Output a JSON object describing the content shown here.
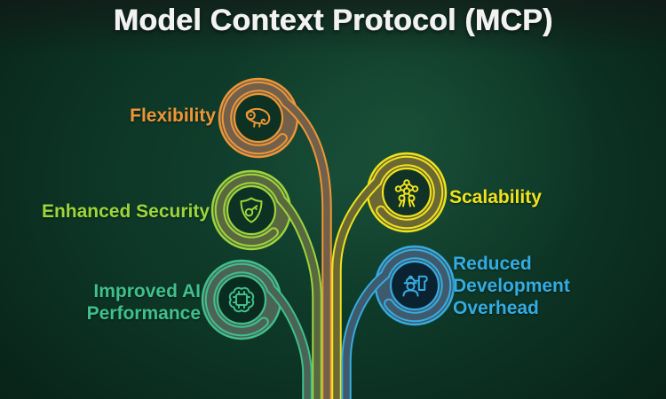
{
  "title": "Model Context Protocol (MCP)",
  "branches": [
    {
      "label": "Flexibility",
      "icon": "chameleon-icon",
      "color": "#ee9636",
      "side": "left"
    },
    {
      "label": "Enhanced Security",
      "icon": "shield-key-icon",
      "color": "#9cd63b",
      "side": "left"
    },
    {
      "label": "Improved AI\nPerformance",
      "icon": "brain-chip-icon",
      "color": "#3fc08d",
      "side": "left"
    },
    {
      "label": "Scalability",
      "icon": "network-nodes-icon",
      "color": "#f0e31c",
      "side": "right"
    },
    {
      "label": "Reduced\nDevelopment\nOverhead",
      "icon": "engineer-blueprint-icon",
      "color": "#35ace1",
      "side": "right"
    }
  ],
  "colors": {
    "background": "#060807",
    "background_glow": "#134431",
    "title_text": "#f2f2f2",
    "flexibility": "#ee9636",
    "enhanced_security": "#9cd63b",
    "improved_ai_performance": "#3fc08d",
    "scalability": "#f0e31c",
    "reduced_development_overhead": "#35ace1"
  }
}
